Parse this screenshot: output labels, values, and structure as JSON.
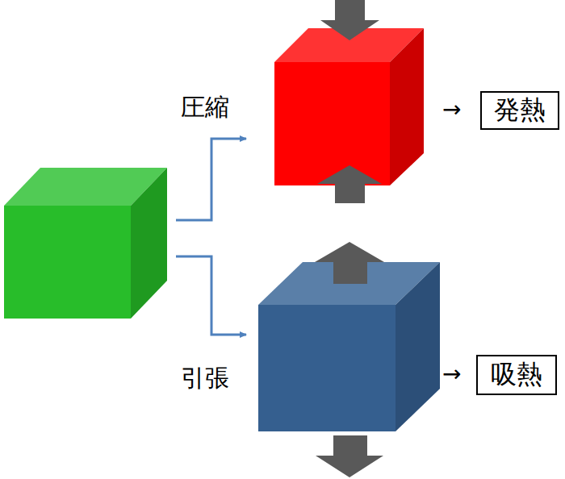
{
  "diagram": {
    "nodes": [
      {
        "text": [
          "発熱"
        ]
      },
      {
        "text": [
          "吸熱"
        ]
      }
    ],
    "labels": [
      "圧縮",
      "引張",
      "→",
      "→"
    ]
  }
}
